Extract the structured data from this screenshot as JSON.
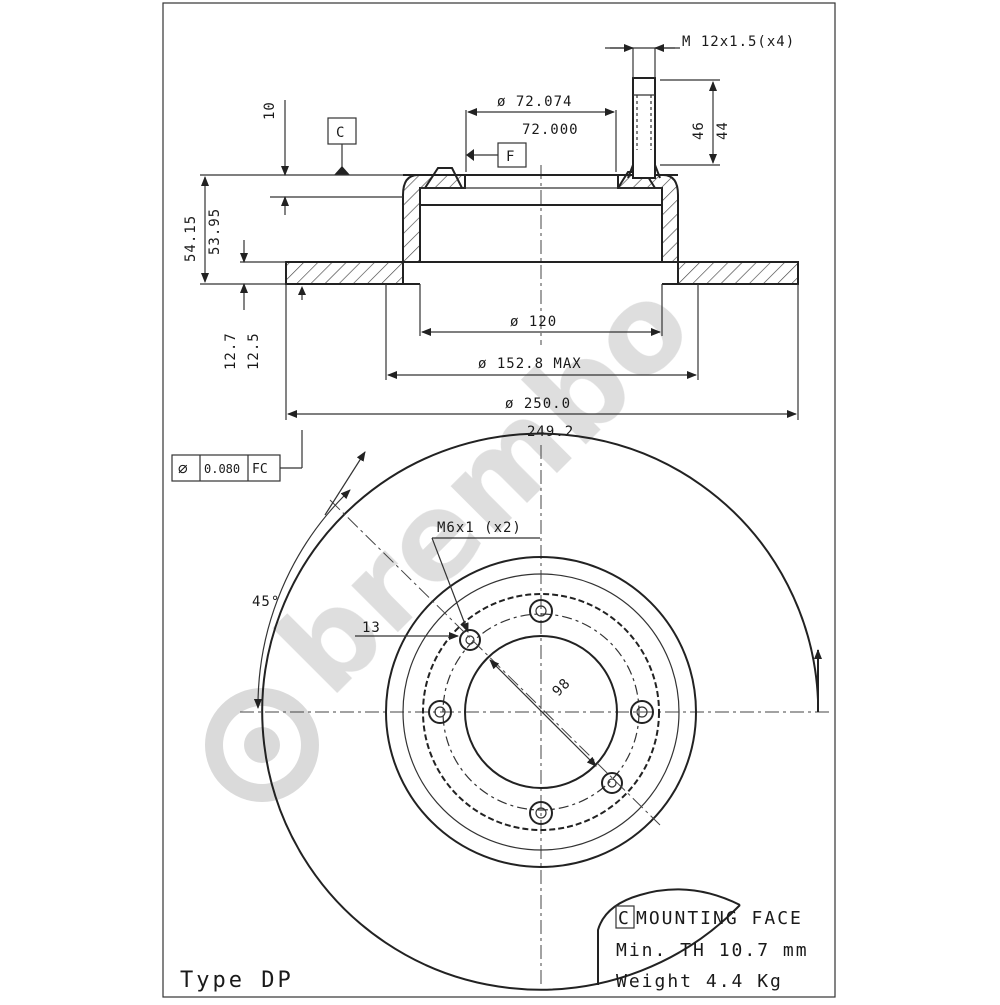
{
  "watermark": "brembo",
  "top_view": {
    "thread_callout": "M 12x1.5(x4)",
    "dia_72_074": "ø 72.074",
    "dia_72_000": "72.000",
    "stud_46": "46",
    "stud_44": "44",
    "datum_c": "C",
    "datum_f": "F",
    "dim_10": "10",
    "dim_54_15": "54.15",
    "dim_53_95": "53.95",
    "dim_12_7": "12.7",
    "dim_12_5": "12.5",
    "dia_120": "ø 120",
    "dia_152_8": "ø 152.8 MAX",
    "dia_250_0": "ø 250.0",
    "dia_249_2": "249.2"
  },
  "tolerance_frame": {
    "symbol": "⌀",
    "value": "0.080",
    "datums": "FC"
  },
  "front_view": {
    "m6_callout": "M6x1 (x2)",
    "angle_label": "45°",
    "dim_13": "13",
    "pcd_98": "98"
  },
  "notes": {
    "mounting_letter": "C",
    "mounting_text": "MOUNTING FACE",
    "min_th": "Min. TH 10.7 mm",
    "weight": "Weight  4.4  Kg"
  },
  "type_label": "Type DP"
}
